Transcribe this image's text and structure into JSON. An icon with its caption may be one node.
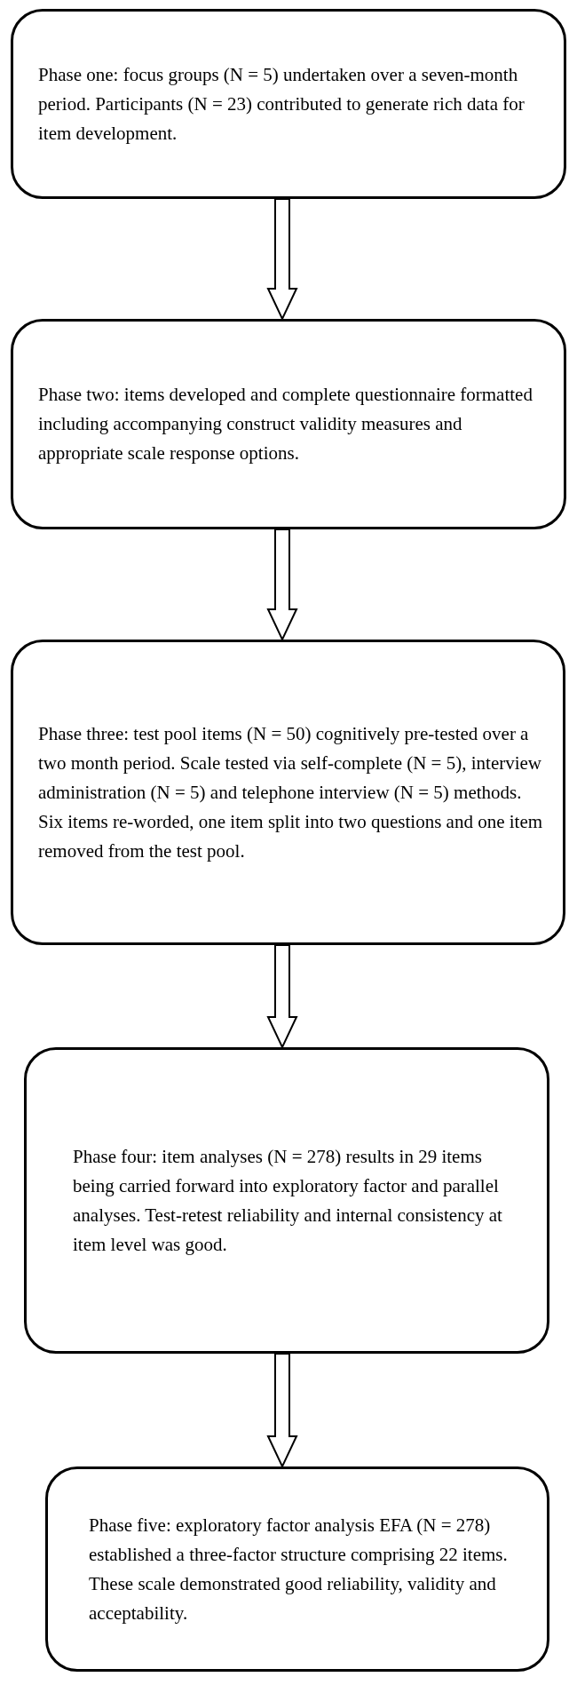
{
  "diagram": {
    "nodes": [
      {
        "text": [
          "Phase one: focus groups (N = 5) undertaken over a seven-month period. Participants (N = 23) contributed to generate rich data for item development."
        ]
      },
      {
        "text": [
          "Phase two: items developed and complete questionnaire formatted including accompanying construct validity measures and appropriate scale response options."
        ]
      },
      {
        "text": [
          "Phase three: test pool items (N = 50) cognitively pre-tested over a two month period. Scale tested via self-complete (N = 5), interview administration (N = 5) and telephone interview (N = 5) methods. Six items re-worded, one item split into two questions and one item removed from the test pool."
        ]
      },
      {
        "text": [
          "Phase four: item analyses (N = 278) results in 29 items being carried forward into exploratory factor and parallel analyses. Test-retest reliability and internal consistency at item level was good."
        ]
      },
      {
        "text": [
          "Phase five: exploratory factor analysis EFA (N = 278) established a three-factor structure comprising 22 items. These scale demonstrated good reliability, validity and acceptability."
        ]
      }
    ],
    "edges": [
      {
        "from": 0,
        "to": 1,
        "arrow": "to"
      },
      {
        "from": 1,
        "to": 2,
        "arrow": "to"
      },
      {
        "from": 2,
        "to": 3,
        "arrow": "to"
      },
      {
        "from": 3,
        "to": 4,
        "arrow": "to"
      }
    ]
  }
}
